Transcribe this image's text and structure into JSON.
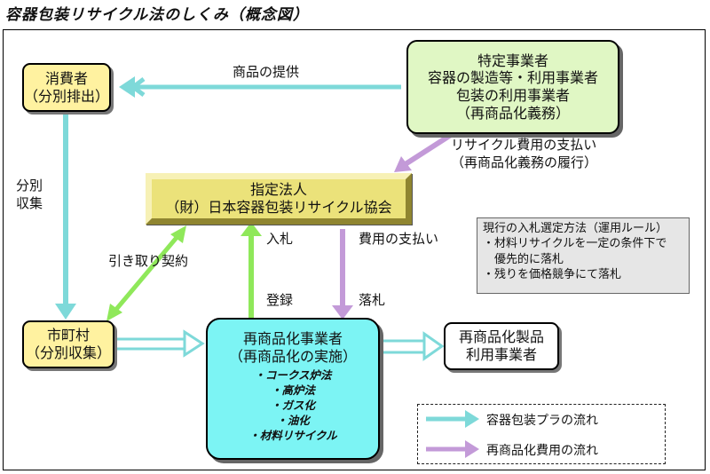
{
  "title": "容器包装リサイクル法のしくみ（概念図）",
  "nodes": {
    "consumer": {
      "line1": "消費者",
      "line2": "（分別排出）"
    },
    "business": {
      "line1": "特定事業者",
      "line2": "容器の製造等・利用事業者",
      "line3": "包装の利用事業者",
      "line4": "（再商品化義務）"
    },
    "association": {
      "line1": "指定法人",
      "line2": "（財）日本容器包装リサイクル協会"
    },
    "municipality": {
      "line1": "市町村",
      "line2": "（分別収集）"
    },
    "recycler": {
      "line1": "再商品化事業者",
      "line2": "（再商品化の実施）",
      "methods": [
        "・コークス炉法",
        "・高炉法",
        "・ガス化",
        "・油化",
        "・材料リサイクル"
      ]
    },
    "product_user": {
      "line1": "再商品化製品",
      "line2": "利用事業者"
    }
  },
  "labels": {
    "product_supply": "商品の提供",
    "recycle_fee_line1": "リサイクル費用の支払い",
    "recycle_fee_line2": "（再商品化義務の履行）",
    "separate_collection_line1": "分別",
    "separate_collection_line2": "収集",
    "pickup_contract": "引き取り契約",
    "bid": "入札",
    "registration": "登録",
    "fee_payment": "費用の支払い",
    "award": "落札"
  },
  "note": {
    "heading": "現行の入札選定方法（運用ルール）",
    "items": [
      "・材料リサイクルを一定の条件下で",
      "　優先的に落札",
      "・残りを価格競争にて落札"
    ]
  },
  "legend": {
    "packaging_flow": "容器包装プラの流れ",
    "fee_flow": "再商品化費用の流れ"
  },
  "colors": {
    "packaging_flow": "#7ed9d9",
    "fee_flow": "#c39ad8",
    "contract_flow": "#8fe85a"
  }
}
